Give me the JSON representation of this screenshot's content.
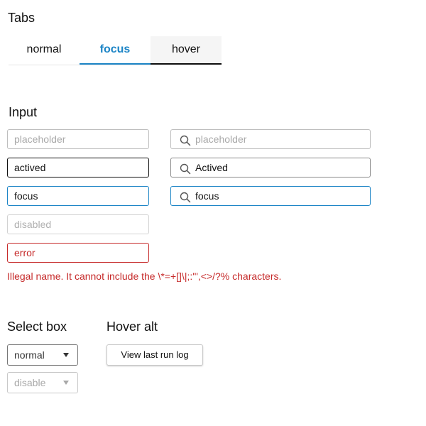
{
  "sections": {
    "tabs_title": "Tabs",
    "input_title": "Input",
    "select_title": "Select box",
    "hover_alt_title": "Hover alt"
  },
  "tabs": [
    {
      "label": "normal",
      "state": "normal"
    },
    {
      "label": "focus",
      "state": "focus"
    },
    {
      "label": "hover",
      "state": "hover"
    }
  ],
  "inputs": {
    "plain": {
      "placeholder": "placeholder",
      "actived": "actived",
      "focus": "focus",
      "disabled": "disabled",
      "error": "error"
    },
    "search": {
      "placeholder": "placeholder",
      "actived": "Actived",
      "focus": "focus"
    },
    "error_message": "Illegal name. It cannot include the \\*=+[]\\|;:'\",<>/?% characters."
  },
  "selects": {
    "normal": "normal",
    "disabled": "disable"
  },
  "button": {
    "label": "View last run log"
  },
  "colors": {
    "accent": "#1d85c6",
    "error": "#c62a2a",
    "active_border": "#111111"
  }
}
